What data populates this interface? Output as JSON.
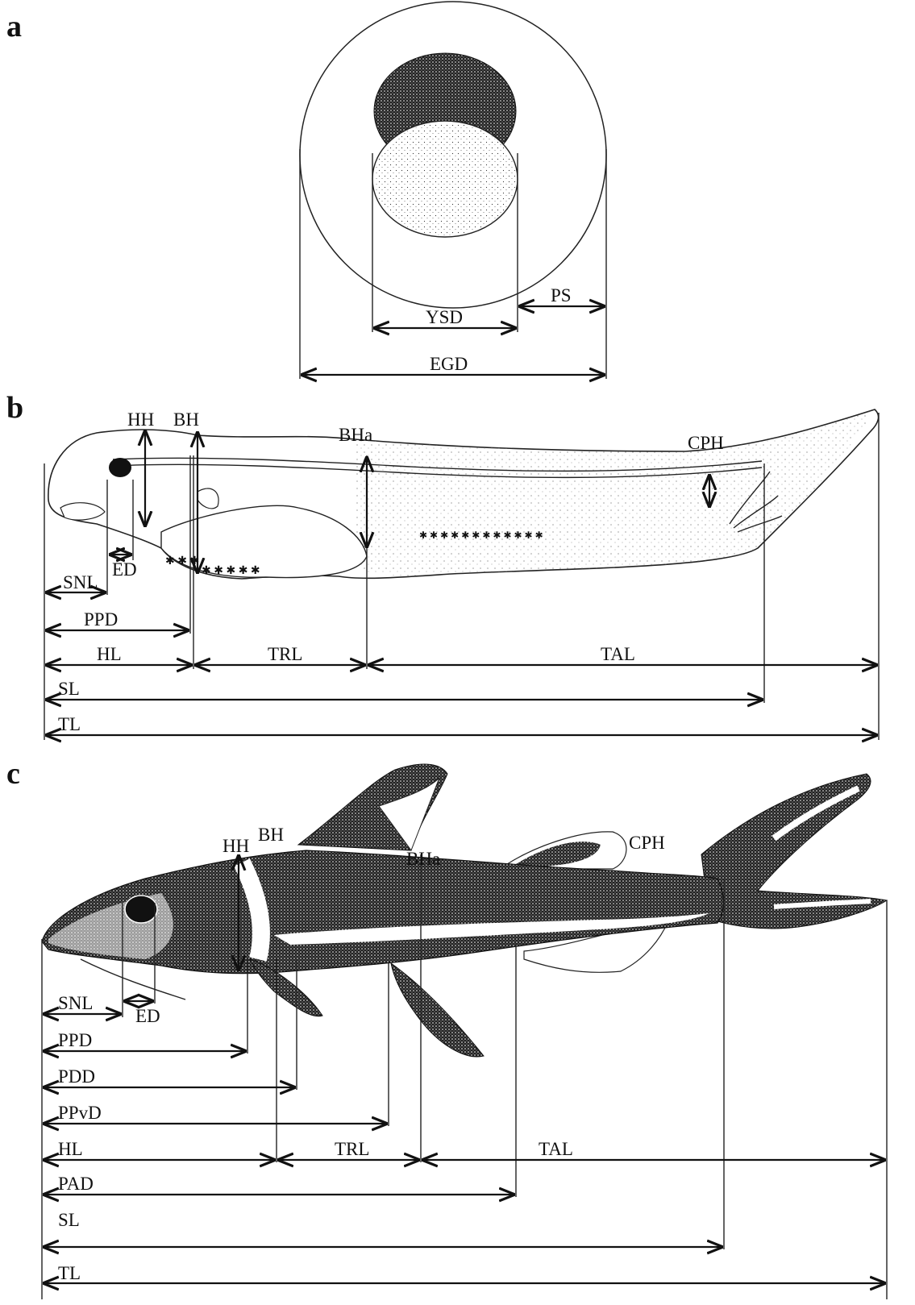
{
  "panels": {
    "a": {
      "letter": "a",
      "labels": {
        "ysd": "YSD",
        "ps": "PS",
        "egd": "EGD"
      }
    },
    "b": {
      "letter": "b",
      "labels": {
        "hh": "HH",
        "bh": "BH",
        "bha": "BHa",
        "cph": "CPH",
        "ed": "ED",
        "snl": "SNL",
        "ppd": "PPD",
        "hl": "HL",
        "trl": "TRL",
        "tal": "TAL",
        "sl": "SL",
        "tl": "TL"
      }
    },
    "c": {
      "letter": "c",
      "labels": {
        "hh": "HH",
        "bh": "BH",
        "bha": "BHa",
        "cph": "CPH",
        "ed": "ED",
        "snl": "SNL",
        "ppd": "PPD",
        "pdd": "PDD",
        "ppvd": "PPvD",
        "hl": "HL",
        "trl": "TRL",
        "tal": "TAL",
        "pad": "PAD",
        "sl": "SL",
        "tl": "TL"
      }
    }
  },
  "colors": {
    "ink": "#111111",
    "background": "#ffffff"
  }
}
